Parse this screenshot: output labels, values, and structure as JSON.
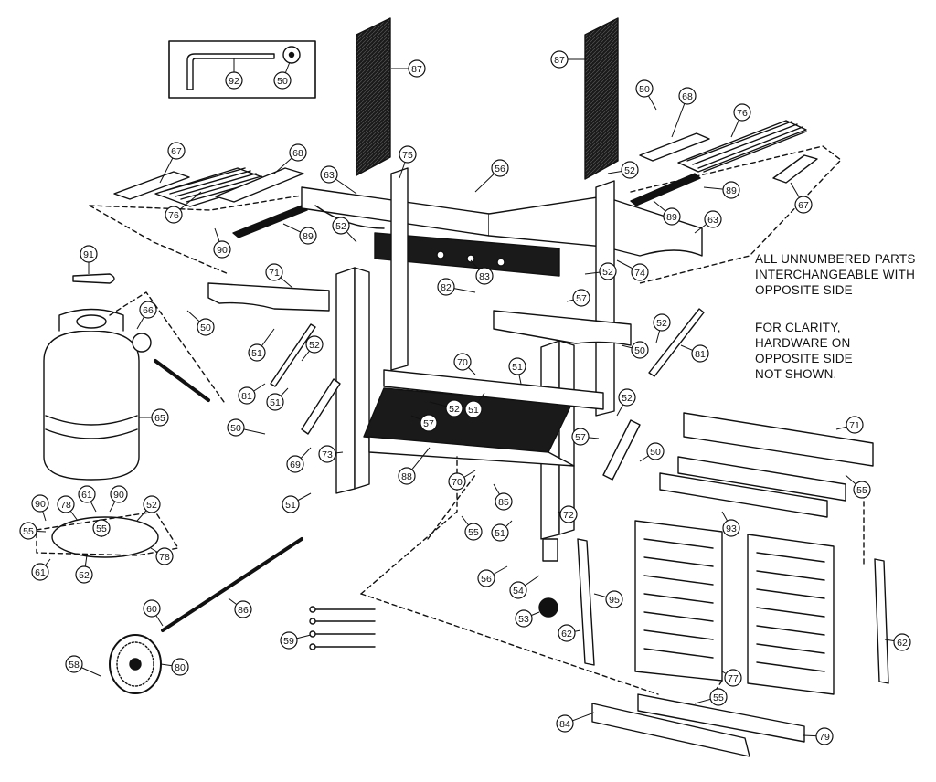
{
  "notes": {
    "interchangeable": [
      "ALL UNNUMBERED PARTS",
      "INTERCHANGEABLE WITH",
      "OPPOSITE SIDE"
    ],
    "clarity": [
      "FOR CLARITY,",
      "HARDWARE ON",
      "OPPOSITE SIDE",
      "NOT SHOWN."
    ]
  },
  "callouts": [
    {
      "id": "c-92",
      "label": "92"
    },
    {
      "id": "c-50a",
      "label": "50"
    },
    {
      "id": "c-87a",
      "label": "87"
    },
    {
      "id": "c-87b",
      "label": "87"
    },
    {
      "id": "c-50b",
      "label": "50"
    },
    {
      "id": "c-68a",
      "label": "68"
    },
    {
      "id": "c-76a",
      "label": "76"
    },
    {
      "id": "c-67a",
      "label": "67"
    },
    {
      "id": "c-68b",
      "label": "68"
    },
    {
      "id": "c-76b",
      "label": "76"
    },
    {
      "id": "c-56a",
      "label": "56"
    },
    {
      "id": "c-75",
      "label": "75"
    },
    {
      "id": "c-63a",
      "label": "63"
    },
    {
      "id": "c-52a",
      "label": "52"
    },
    {
      "id": "c-89a",
      "label": "89"
    },
    {
      "id": "c-89b",
      "label": "89"
    },
    {
      "id": "c-89c",
      "label": "89"
    },
    {
      "id": "c-67b",
      "label": "67"
    },
    {
      "id": "c-90a",
      "label": "90"
    },
    {
      "id": "c-52b",
      "label": "52"
    },
    {
      "id": "c-63b",
      "label": "63"
    },
    {
      "id": "c-91",
      "label": "91"
    },
    {
      "id": "c-83",
      "label": "83"
    },
    {
      "id": "c-52c",
      "label": "52"
    },
    {
      "id": "c-74",
      "label": "74"
    },
    {
      "id": "c-71a",
      "label": "71"
    },
    {
      "id": "c-82",
      "label": "82"
    },
    {
      "id": "c-57a",
      "label": "57"
    },
    {
      "id": "c-66",
      "label": "66"
    },
    {
      "id": "c-50c",
      "label": "50"
    },
    {
      "id": "c-51a",
      "label": "51"
    },
    {
      "id": "c-52d",
      "label": "52"
    },
    {
      "id": "c-52e",
      "label": "52"
    },
    {
      "id": "c-50d",
      "label": "50"
    },
    {
      "id": "c-81a",
      "label": "81"
    },
    {
      "id": "c-70a",
      "label": "70"
    },
    {
      "id": "c-51b",
      "label": "51"
    },
    {
      "id": "c-81b",
      "label": "81"
    },
    {
      "id": "c-51c",
      "label": "51"
    },
    {
      "id": "c-65",
      "label": "65"
    },
    {
      "id": "c-52f",
      "label": "52"
    },
    {
      "id": "c-51d",
      "label": "51"
    },
    {
      "id": "c-52g",
      "label": "52"
    },
    {
      "id": "c-57b",
      "label": "57"
    },
    {
      "id": "c-50e",
      "label": "50"
    },
    {
      "id": "c-69",
      "label": "69"
    },
    {
      "id": "c-73",
      "label": "73"
    },
    {
      "id": "c-57c",
      "label": "57"
    },
    {
      "id": "c-71b",
      "label": "71"
    },
    {
      "id": "c-50f",
      "label": "50"
    },
    {
      "id": "c-88",
      "label": "88"
    },
    {
      "id": "c-70b",
      "label": "70"
    },
    {
      "id": "c-51e",
      "label": "51"
    },
    {
      "id": "c-85",
      "label": "85"
    },
    {
      "id": "c-72",
      "label": "72"
    },
    {
      "id": "c-55a",
      "label": "55"
    },
    {
      "id": "c-90b",
      "label": "90"
    },
    {
      "id": "c-78a",
      "label": "78"
    },
    {
      "id": "c-61a",
      "label": "61"
    },
    {
      "id": "c-90c",
      "label": "90"
    },
    {
      "id": "c-52h",
      "label": "52"
    },
    {
      "id": "c-55b",
      "label": "55"
    },
    {
      "id": "c-55c",
      "label": "55"
    },
    {
      "id": "c-78b",
      "label": "78"
    },
    {
      "id": "c-61b",
      "label": "61"
    },
    {
      "id": "c-52i",
      "label": "52"
    },
    {
      "id": "c-55d",
      "label": "55"
    },
    {
      "id": "c-51f",
      "label": "51"
    },
    {
      "id": "c-93",
      "label": "93"
    },
    {
      "id": "c-56b",
      "label": "56"
    },
    {
      "id": "c-54",
      "label": "54"
    },
    {
      "id": "c-95",
      "label": "95"
    },
    {
      "id": "c-53",
      "label": "53"
    },
    {
      "id": "c-62a",
      "label": "62"
    },
    {
      "id": "c-60",
      "label": "60"
    },
    {
      "id": "c-86",
      "label": "86"
    },
    {
      "id": "c-59",
      "label": "59"
    },
    {
      "id": "c-58",
      "label": "58"
    },
    {
      "id": "c-80",
      "label": "80"
    },
    {
      "id": "c-77",
      "label": "77"
    },
    {
      "id": "c-62b",
      "label": "62"
    },
    {
      "id": "c-55e",
      "label": "55"
    },
    {
      "id": "c-84",
      "label": "84"
    },
    {
      "id": "c-79",
      "label": "79"
    }
  ]
}
